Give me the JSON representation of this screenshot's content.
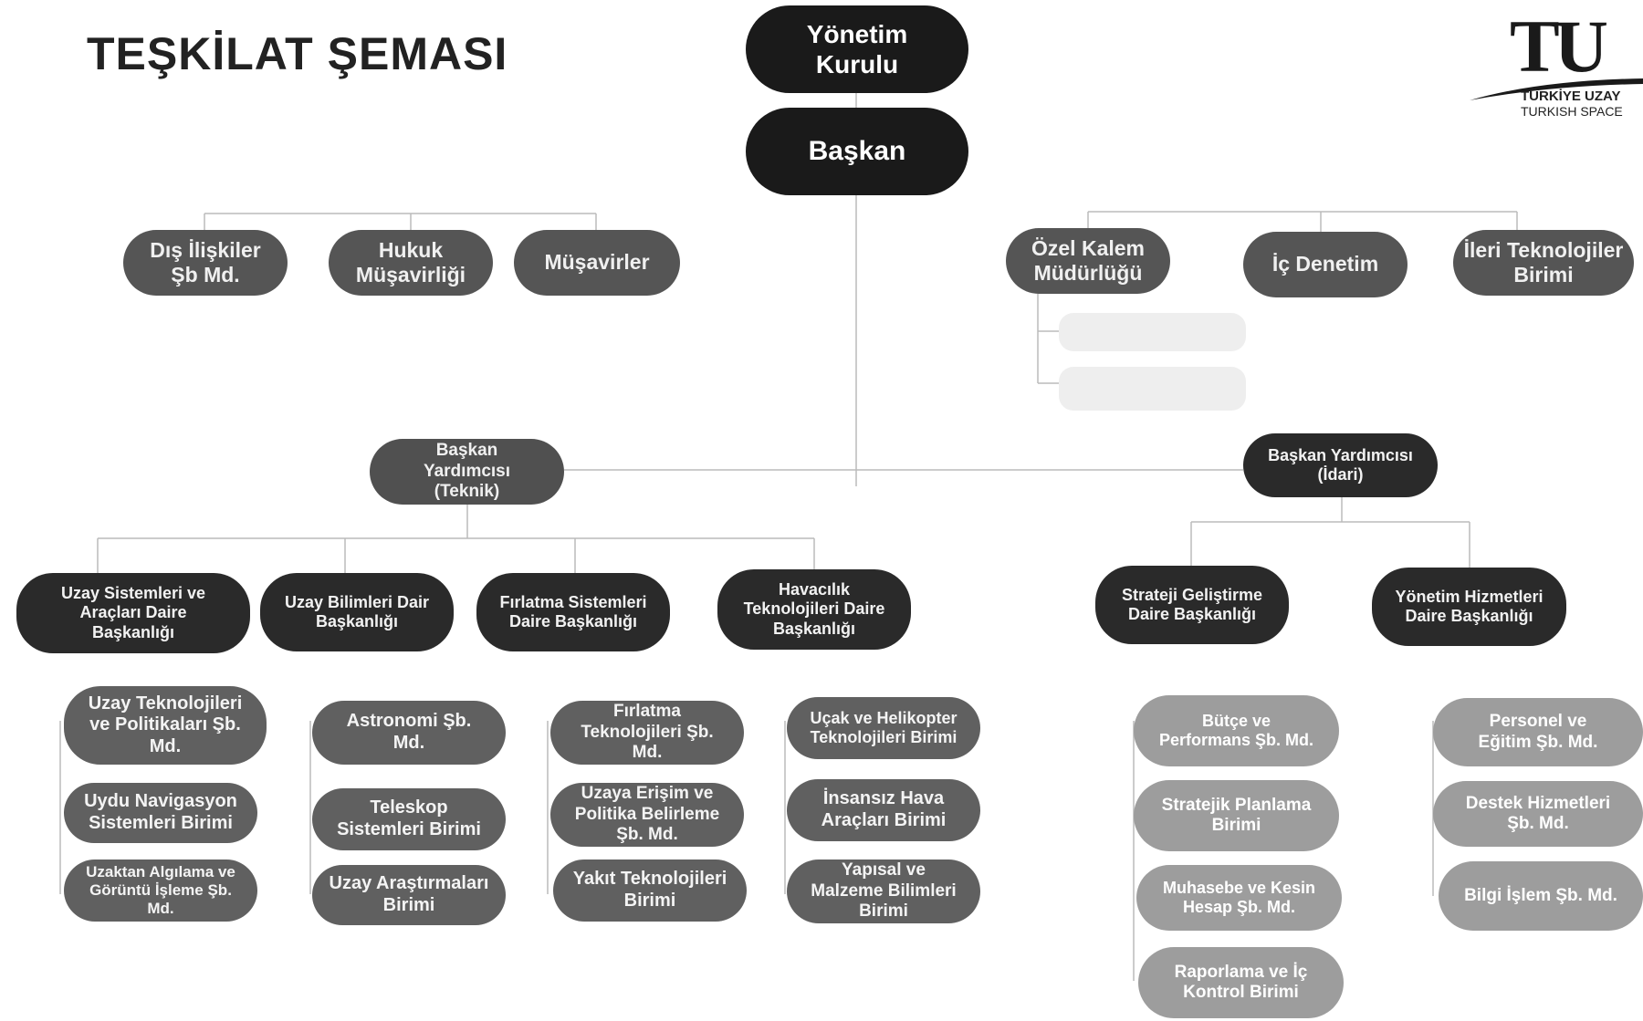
{
  "title": "TEŞKİLAT ŞEMASI",
  "logo": {
    "mark": "TU",
    "line1": "TÜRKİYE UZAY",
    "line2": "TURKISH SPACE"
  },
  "top": {
    "board": "Yönetim\nKurulu",
    "president": "Başkan"
  },
  "advisory_left": {
    "dis_iliskiler": "Dış İlişkiler\nŞb Md.",
    "hukuk": "Hukuk\nMüşavirliği",
    "musavirler": "Müşavirler"
  },
  "advisory_right": {
    "ozel_kalem": "Özel Kalem\nMüdürlüğü",
    "ic_denetim": "İç Denetim",
    "ileri_tek": "İleri Teknolojiler\nBirimi"
  },
  "vp_teknik": "Başkan\nYardımcısı\n(Teknik)",
  "vp_idari": "Başkan Yardımcısı\n(İdari)",
  "departments": {
    "uzay_sistemleri": {
      "label": "Uzay Sistemleri ve\nAraçları Daire\nBaşkanlığı",
      "units": [
        "Uzay Teknolojileri\nve Politikaları Şb.\nMd.",
        "Uydu Navigasyon\nSistemleri Birimi",
        "Uzaktan Algılama ve\nGörüntü İşleme Şb.\nMd."
      ]
    },
    "uzay_bilimleri": {
      "label": "Uzay Bilimleri Dair\nBaşkanlığı",
      "units": [
        "Astronomi Şb.\nMd.",
        "Teleskop\nSistemleri Birimi",
        "Uzay Araştırmaları\nBirimi"
      ]
    },
    "firlatma": {
      "label": "Fırlatma Sistemleri\nDaire Başkanlığı",
      "units": [
        "Fırlatma\nTeknolojileri Şb.\nMd.",
        "Uzaya Erişim ve\nPolitika Belirleme\nŞb. Md.",
        "Yakıt Teknolojileri\nBirimi"
      ]
    },
    "havacilik": {
      "label": "Havacılık\nTeknolojileri Daire\nBaşkanlığı",
      "units": [
        "Uçak ve Helikopter\nTeknolojileri Birimi",
        "İnsansız Hava\nAraçları Birimi",
        "Yapısal ve\nMalzeme Bilimleri\nBirimi"
      ]
    },
    "strateji": {
      "label": "Strateji Geliştirme\nDaire Başkanlığı",
      "units": [
        "Bütçe ve\nPerformans Şb. Md.",
        "Stratejik Planlama\nBirimi",
        "Muhasebe ve Kesin\nHesap Şb. Md.",
        "Raporlama ve İç\nKontrol Birimi"
      ]
    },
    "yonetim_hizmetleri": {
      "label": "Yönetim Hizmetleri\nDaire Başkanlığı",
      "units": [
        "Personel ve\nEğitim Şb. Md.",
        "Destek Hizmetleri\nŞb. Md.",
        "Bilgi İşlem Şb. Md."
      ]
    }
  },
  "colors": {
    "top": "#1a1a1a",
    "dark": "#2a2a2a",
    "mid": "#555555",
    "light": "#9d9d9d",
    "line": "#bbbbbb"
  }
}
